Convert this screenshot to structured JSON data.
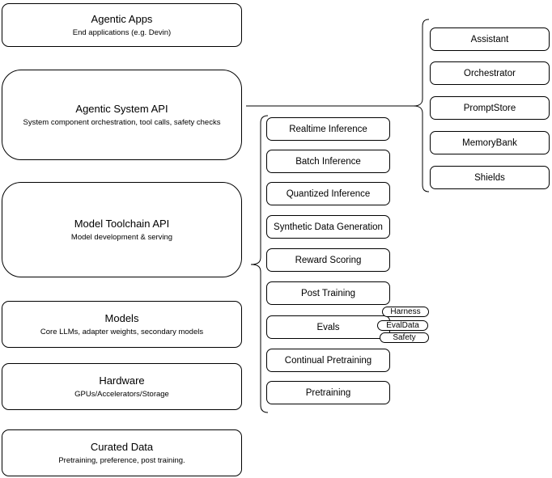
{
  "diagram": {
    "left_stack": [
      {
        "title": "Agentic Apps",
        "subtitle": "End applications (e.g. Devin)"
      },
      {
        "title": "Agentic System API",
        "subtitle": "System component orchestration, tool calls, safety checks"
      },
      {
        "title": "Model Toolchain API",
        "subtitle": "Model development & serving"
      },
      {
        "title": "Models",
        "subtitle": "Core LLMs, adapter weights, secondary models"
      },
      {
        "title": "Hardware",
        "subtitle": "GPUs/Accelerators/Storage"
      },
      {
        "title": "Curated Data",
        "subtitle": "Pretraining, preference, post training."
      }
    ],
    "toolchain_services": [
      "Realtime Inference",
      "Batch Inference",
      "Quantized Inference",
      "Synthetic Data Generation",
      "Reward Scoring",
      "Post Training",
      "Evals",
      "Continual Pretraining",
      "Pretraining"
    ],
    "eval_pills": [
      "Harness",
      "EvalData",
      "Safety"
    ],
    "system_components": [
      "Assistant",
      "Orchestrator",
      "PromptStore",
      "MemoryBank",
      "Shields"
    ],
    "colors": {
      "border": "#000000",
      "background": "#ffffff",
      "text": "#000000"
    }
  }
}
